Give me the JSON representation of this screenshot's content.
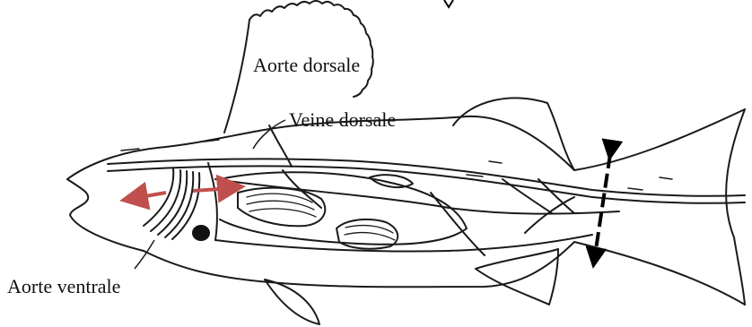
{
  "labels": {
    "aorte_dorsale": "Aorte dorsale",
    "veine_dorsale": "Veine dorsale",
    "aorte_ventrale": "Aorte ventrale"
  },
  "colors": {
    "line": "#1a1a1a",
    "red_arrow": "#c0504d",
    "black_arrow": "#000000",
    "heart": "#111111"
  }
}
